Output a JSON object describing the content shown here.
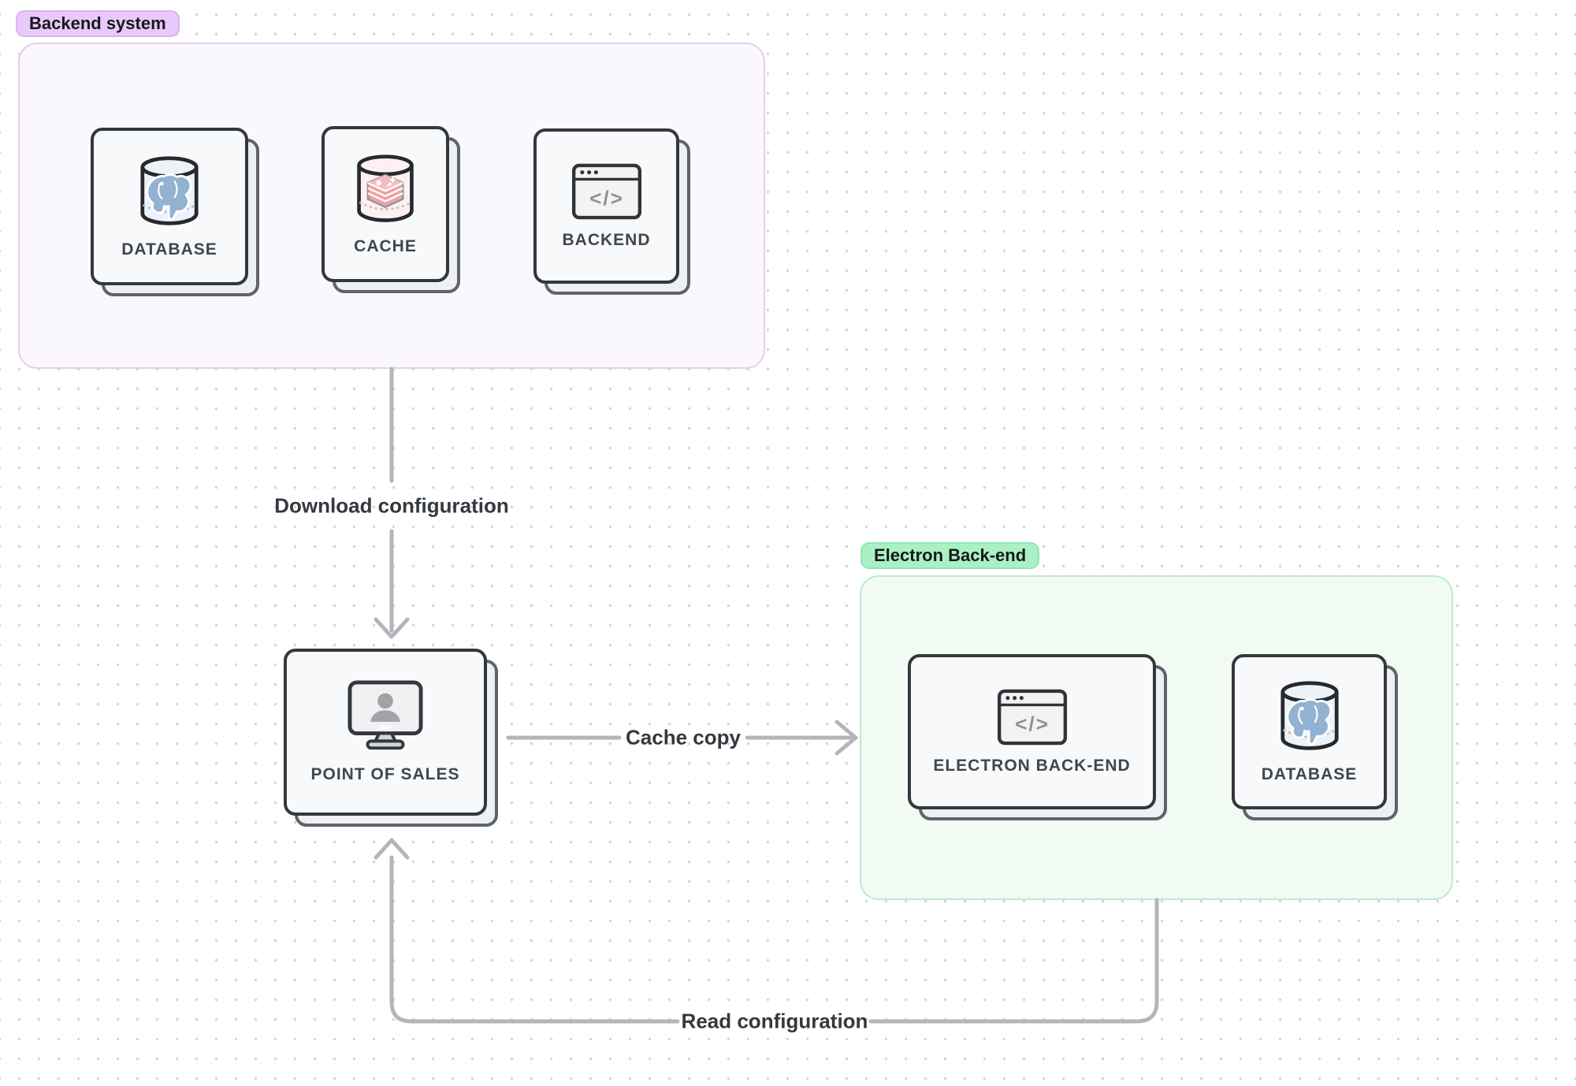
{
  "diagram": {
    "groups": [
      {
        "id": "backend-system",
        "label": "Backend system",
        "theme": {
          "badge_bg": "#e8c9fa",
          "badge_border": "#d9b4f1",
          "container_bg": "#fbf7fe",
          "container_border": "#e4cef5"
        }
      },
      {
        "id": "electron-back-end",
        "label": "Electron Back-end",
        "theme": {
          "badge_bg": "#a9f1c5",
          "badge_border": "#8fe7b3",
          "container_bg": "#f1fbf4",
          "container_border": "#bceccb"
        }
      }
    ],
    "nodes": [
      {
        "id": "database-1",
        "label": "DATABASE",
        "icon": "postgres-database-icon",
        "group": "backend-system"
      },
      {
        "id": "cache",
        "label": "CACHE",
        "icon": "redis-cache-icon",
        "group": "backend-system"
      },
      {
        "id": "backend",
        "label": "BACKEND",
        "icon": "code-window-icon",
        "group": "backend-system"
      },
      {
        "id": "point-of-sales",
        "label": "POINT OF SALES",
        "icon": "monitor-user-icon",
        "group": null
      },
      {
        "id": "electron-back-end",
        "label": "ELECTRON BACK-END",
        "icon": "code-window-icon",
        "group": "electron-back-end"
      },
      {
        "id": "database-2",
        "label": "DATABASE",
        "icon": "postgres-database-icon",
        "group": "electron-back-end"
      }
    ],
    "edges": [
      {
        "id": "download-configuration",
        "label": "Download configuration",
        "from": "backend-system",
        "to": "point-of-sales"
      },
      {
        "id": "cache-copy",
        "label": "Cache copy",
        "from": "point-of-sales",
        "to": "electron-back-end"
      },
      {
        "id": "read-configuration",
        "label": "Read configuration",
        "from": "electron-back-end",
        "to": "point-of-sales"
      }
    ],
    "colors": {
      "arrow": "#b2b5b9",
      "node_border": "#33383d",
      "node_bg": "#f8f9fa",
      "node_shadow_border": "#5d646b",
      "node_shadow_bg": "#eef0f2",
      "label_text": "#33393f",
      "dot_grid": "#d6d7db"
    }
  }
}
